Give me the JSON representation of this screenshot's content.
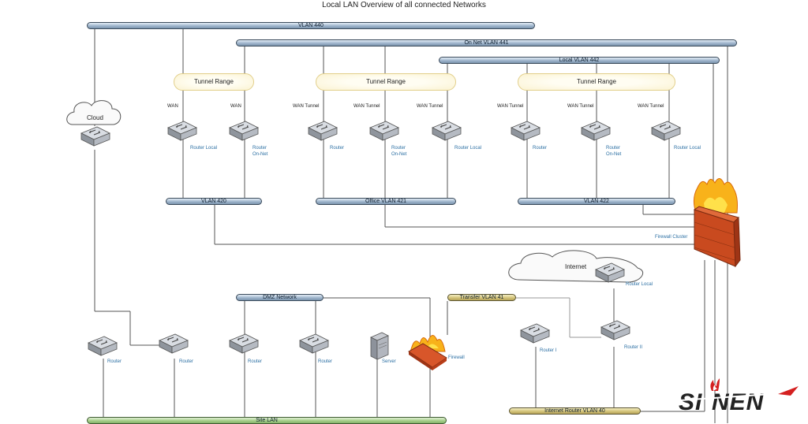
{
  "title": "Local LAN Overview of all connected Networks",
  "buses": {
    "vlan440": "VLAN 440",
    "vlan441": "On Net VLAN 441",
    "vlan442": "Local VLAN 442",
    "vlan420": "VLAN 420",
    "vlan421": "Office VLAN 421",
    "vlan422": "VLAN 422",
    "dmz": "DMZ Network",
    "transfer": "Transfer VLAN 41",
    "internet_router": "Internet Router VLAN 40",
    "site_lan": "Site LAN"
  },
  "tunnel_label": "Tunnel Range",
  "clouds": {
    "cloud": "Cloud",
    "internet": "Internet"
  },
  "top_section": {
    "group1": {
      "wan_a": "WAN",
      "wan_b": "WAN",
      "router_a": "Router Local",
      "router_b": "Router\nOn-Net"
    },
    "group2": {
      "wan_a": "WAN Tunnel",
      "wan_b": "WAN Tunnel",
      "wan_c": "WAN Tunnel",
      "router_a": "Router",
      "router_b": "Router\nOn-Net",
      "router_c": "Router Local"
    },
    "group3": {
      "wan_a": "WAN Tunnel",
      "wan_b": "WAN Tunnel",
      "wan_c": "WAN Tunnel",
      "router_a": "Router",
      "router_b": "Router\nOn-Net",
      "router_c": "Router Local"
    }
  },
  "firewall_cluster": "Firewall Cluster",
  "bottom_section": {
    "routers": [
      "Router",
      "Router",
      "Router",
      "Router"
    ],
    "server": "Server",
    "firewall": "Firewall",
    "router_i": "Router I",
    "router_ii": "Router II",
    "router_local": "Router Local"
  },
  "logo": {
    "text": "SINEN",
    "icon": "flame-logo-icon",
    "colors": {
      "dark": "#222222",
      "accent": "#d42020"
    }
  }
}
